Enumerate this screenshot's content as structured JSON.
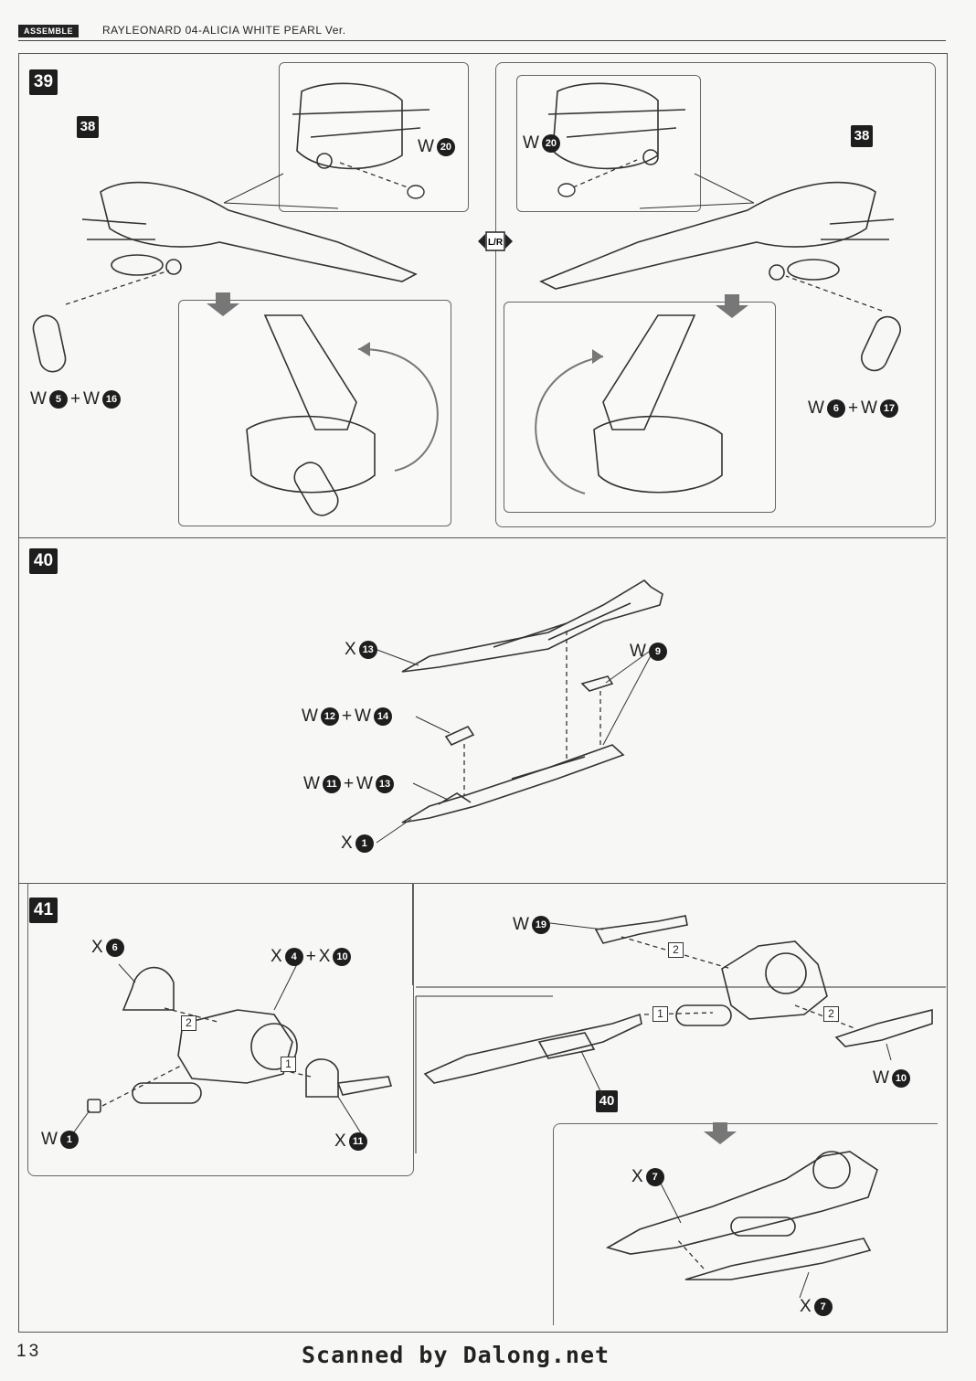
{
  "header": {
    "tag": "ASSEMBLE",
    "title": "RAYLEONARD 04-ALICIA WHITE PEARL Ver."
  },
  "steps": {
    "s39": {
      "number": "39",
      "ref_left": "38",
      "ref_right": "38",
      "mirror": "L/R"
    },
    "s40": {
      "number": "40"
    },
    "s41": {
      "number": "41",
      "ref_40": "40"
    }
  },
  "parts": [
    {
      "letter": "W",
      "n1": "20"
    },
    {
      "letter": "W",
      "n1": "20"
    },
    {
      "letter": "W",
      "n1": "5",
      "plus": "+",
      "letter2": "W",
      "n2": "16"
    },
    {
      "letter": "W",
      "n1": "6",
      "plus": "+",
      "letter2": "W",
      "n2": "17"
    },
    {
      "letter": "X",
      "n1": "13"
    },
    {
      "letter": "W",
      "n1": "9"
    },
    {
      "letter": "W",
      "n1": "12",
      "plus": "+",
      "letter2": "W",
      "n2": "14"
    },
    {
      "letter": "W",
      "n1": "11",
      "plus": "+",
      "letter2": "W",
      "n2": "13"
    },
    {
      "letter": "X",
      "n1": "1"
    },
    {
      "letter": "X",
      "n1": "6"
    },
    {
      "letter": "X",
      "n1": "4",
      "plus": "+",
      "letter2": "X",
      "n2": "10"
    },
    {
      "letter": "W",
      "n1": "1"
    },
    {
      "letter": "X",
      "n1": "11"
    },
    {
      "letter": "W",
      "n1": "19"
    },
    {
      "letter": "W",
      "n1": "10"
    },
    {
      "letter": "X",
      "n1": "7"
    },
    {
      "letter": "X",
      "n1": "7"
    }
  ],
  "sequence": [
    "2",
    "1",
    "2",
    "1",
    "2"
  ],
  "footer": {
    "page": "13",
    "credit": "Scanned by Dalong.net"
  }
}
